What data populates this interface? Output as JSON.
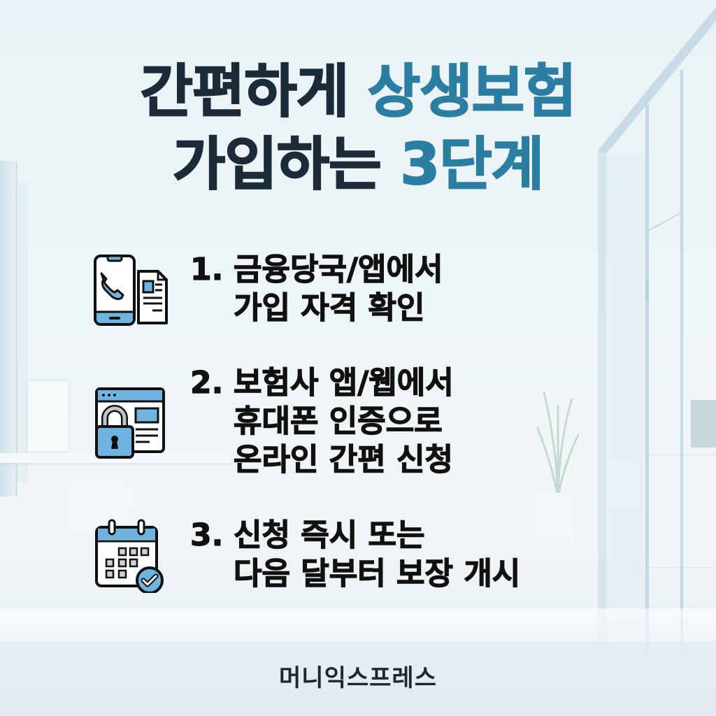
{
  "title": {
    "line1_plain": "간편하게 ",
    "line1_highlight": "상생보험",
    "line2_plain": "가입하는 ",
    "line2_highlight": "3단계"
  },
  "colors": {
    "title_dark": "#1c2b38",
    "accent": "#2b7ea1",
    "icon_fill": "#6fb3e0",
    "icon_stroke": "#111111",
    "body_text": "#111111"
  },
  "steps": [
    {
      "number": "1.",
      "icon": "phone-document-icon",
      "lines": [
        "금융당국/앱에서",
        "가입 자격 확인"
      ]
    },
    {
      "number": "2.",
      "icon": "browser-lock-icon",
      "lines": [
        "보험사 앱/웹에서",
        "휴대폰 인증으로",
        "온라인 간편 신청"
      ]
    },
    {
      "number": "3.",
      "icon": "calendar-check-icon",
      "lines": [
        "신청 즉시 또는",
        "다음 달부터 보장 개시"
      ]
    }
  ],
  "footer": {
    "brand": "머니익스프레스"
  }
}
